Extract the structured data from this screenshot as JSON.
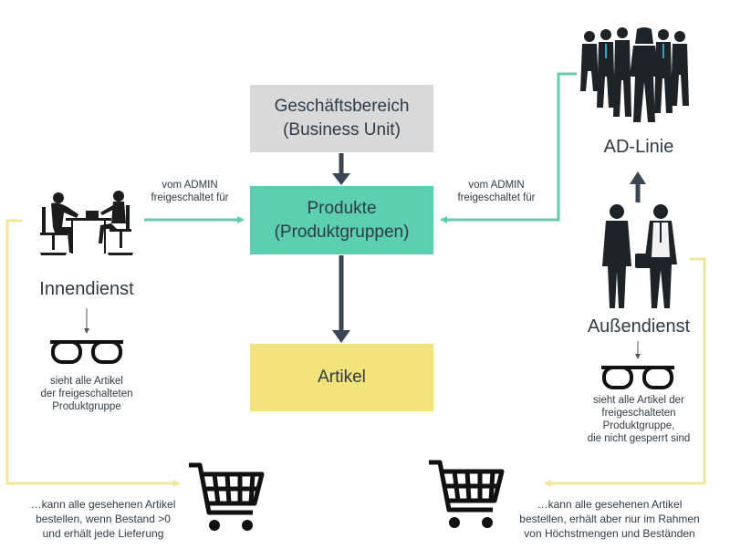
{
  "boxes": {
    "business_unit": {
      "line1": "Geschäftsbereich",
      "line2": "(Business Unit)"
    },
    "products": {
      "line1": "Produkte",
      "line2": "(Produktgruppen)"
    },
    "articles": {
      "label": "Artikel"
    }
  },
  "labels": {
    "left_admin": {
      "line1": "vom ADMIN",
      "line2": "freigeschaltet für"
    },
    "right_admin": {
      "line1": "vom ADMIN",
      "line2": "freigeschaltet für"
    }
  },
  "roles": {
    "innendienst": "Innendienst",
    "aussendienst": "Außendienst",
    "ad_linie": "AD-Linie"
  },
  "notes": {
    "inner_sees": [
      "sieht alle Artikel",
      "der freigeschalteten",
      "Produktgruppe"
    ],
    "outer_sees": [
      "sieht alle Artikel der",
      "freigeschalteten",
      "Produktgruppe,",
      "die nicht gesperrt sind"
    ],
    "inner_order": [
      "…kann alle gesehenen Artikel",
      "bestellen, wenn Bestand >0",
      "und  erhält jede Lieferung"
    ],
    "outer_order": [
      "…kann alle gesehenen Artikel",
      "bestellen, erhält aber nur im Rahmen",
      "von Höchstmengen  und Beständen"
    ]
  },
  "colors": {
    "gray_box": "#d9d9d9",
    "teal_box": "#5ccfae",
    "yellow_box": "#f2e37a",
    "teal_line": "#5ccfae",
    "yellow_line": "#f3e59a",
    "dark_arrow": "#3a4651"
  },
  "icons": [
    "office-workers-icon",
    "business-team-icon",
    "field-staff-icon",
    "glasses-icon",
    "shopping-cart-icon"
  ]
}
